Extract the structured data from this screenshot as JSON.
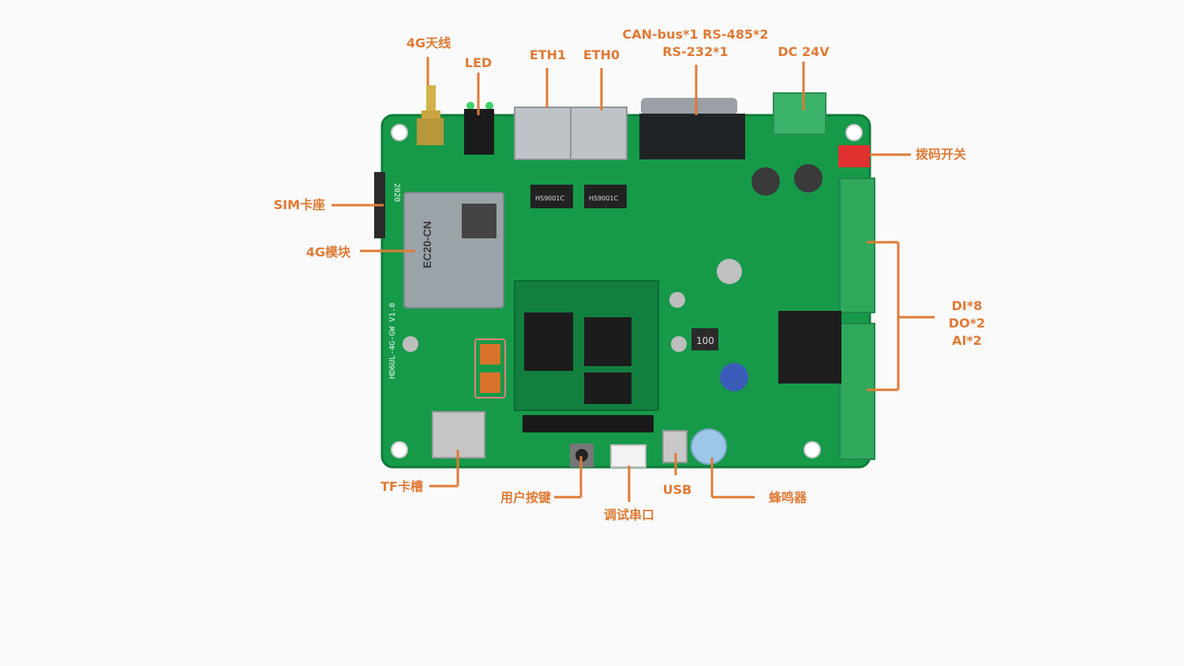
{
  "colors": {
    "accent": "#e07a35",
    "pcb": "#169a4a",
    "pcb_dark": "#0f7a39",
    "background": "#fafafa"
  },
  "board": {
    "module_text": "EC20-CN",
    "silkscreen_text": "HD6UL-4G-GW V1.0",
    "year_text": "2020",
    "chip_text_1": "HS9001C",
    "chip_text_2": "HS9001C",
    "inductor_text": "100"
  },
  "labels": {
    "antenna_4g": "4G天线",
    "led": "LED",
    "eth1": "ETH1",
    "eth0": "ETH0",
    "comm_line1": "CAN-bus*1 RS-485*2",
    "comm_line2": "RS-232*1",
    "dc24v": "DC 24V",
    "dip_switch": "拨码开关",
    "sim_slot": "SIM卡座",
    "module_4g": "4G模块",
    "io_line1": "DI*8",
    "io_line2": "DO*2",
    "io_line3": "AI*2",
    "tf_slot": "TF卡槽",
    "user_key": "用户按键",
    "debug_uart": "调试串口",
    "usb": "USB",
    "buzzer": "蜂鸣器"
  }
}
